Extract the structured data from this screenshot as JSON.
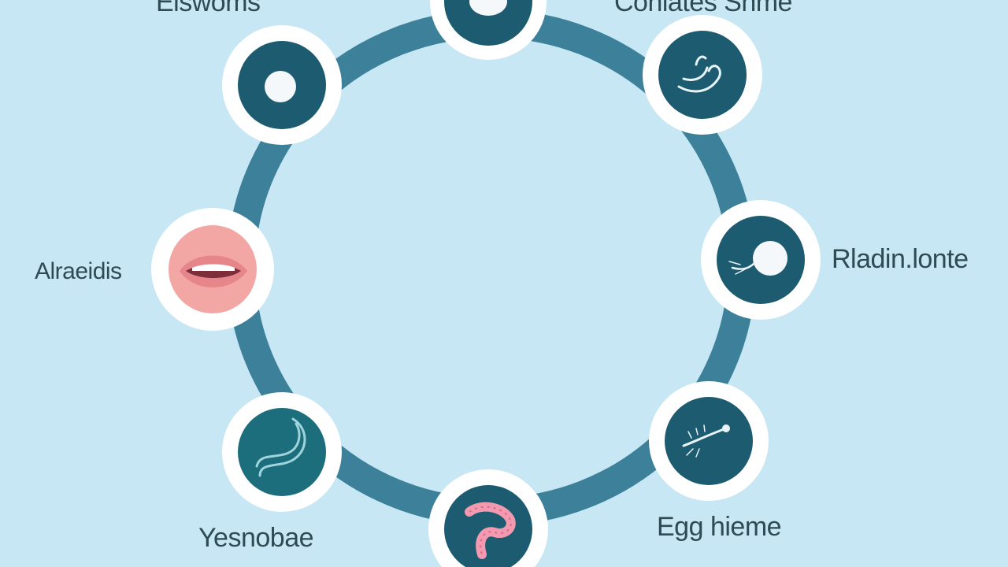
{
  "diagram": {
    "colors": {
      "background": "#c6e7f3",
      "ring": "#3d8099",
      "node_fill": "#1d5b70",
      "node_border": "#ffffff",
      "highlight_node_fill": "#f3a7a4",
      "label_text": "#2e4a55"
    },
    "labels": {
      "top_left": "Elswoms",
      "top_right": "Conlates Snme",
      "left": "Alraeidis",
      "right": "Rladin.lonte",
      "bottom_left": "Yesnobae",
      "bottom_right": "Egg hieme"
    },
    "nodes": [
      {
        "name": "egg-top-node",
        "icon": "egg-icon"
      },
      {
        "name": "worm-top-right-node",
        "icon": "worm-icon"
      },
      {
        "name": "larva-right-node",
        "icon": "larva-icon"
      },
      {
        "name": "worm-bottom-right-node",
        "icon": "worm-icon"
      },
      {
        "name": "intestine-bottom-node",
        "icon": "intestine-icon"
      },
      {
        "name": "worm-bottom-left-node",
        "icon": "worm-icon"
      },
      {
        "name": "mouth-left-node",
        "icon": "mouth-icon"
      },
      {
        "name": "egg-top-left-node",
        "icon": "egg-icon"
      }
    ]
  }
}
